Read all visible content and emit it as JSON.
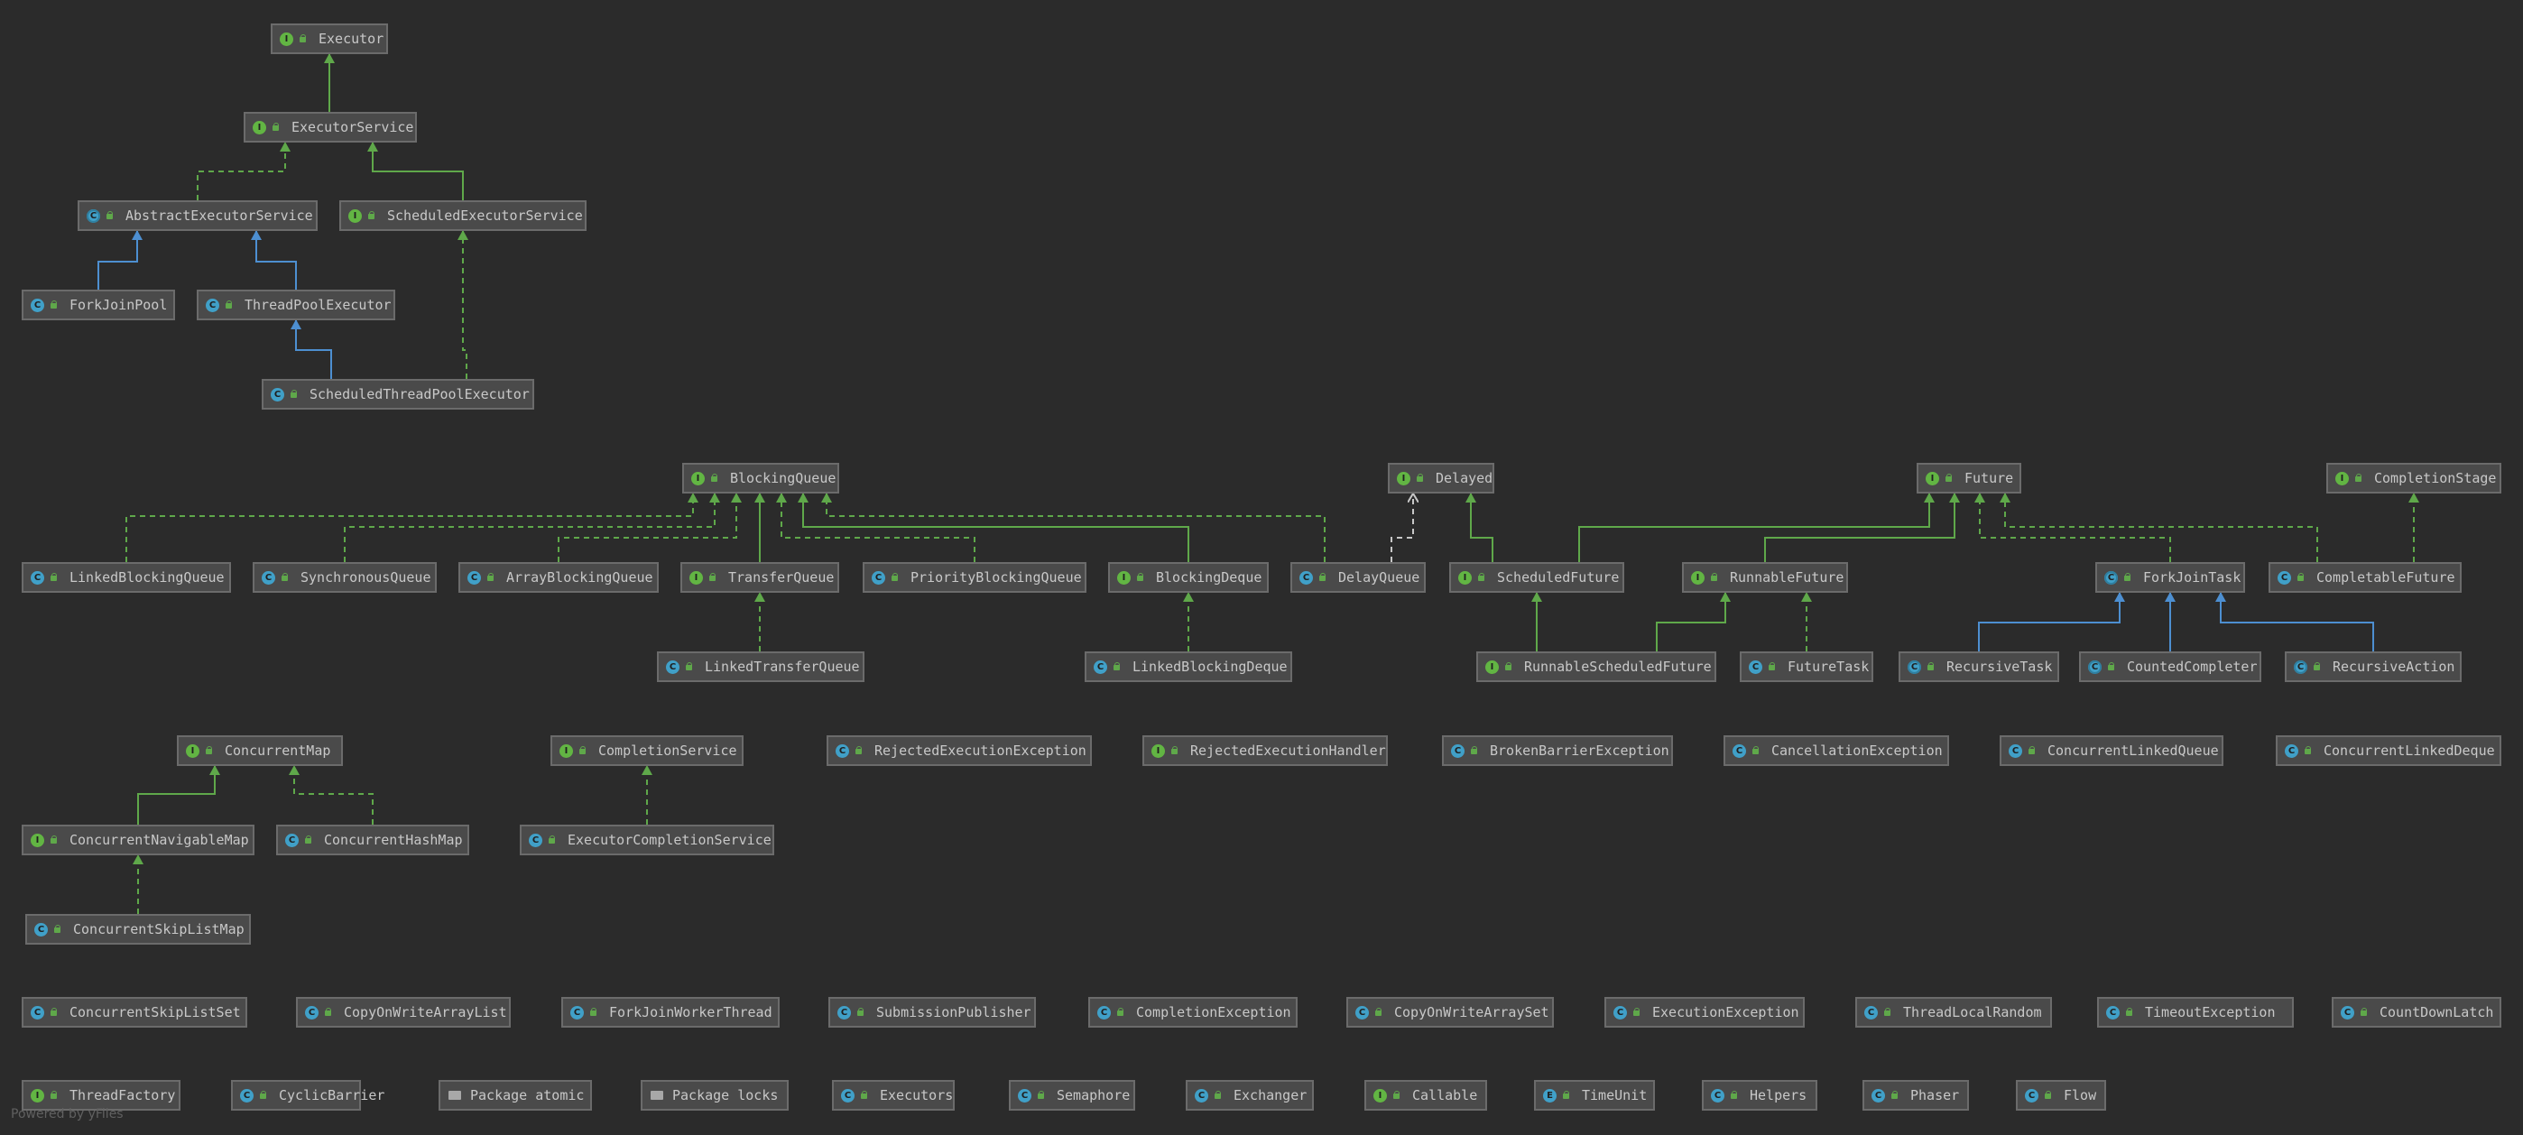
{
  "title": "java.util.concurrent",
  "watermark": "Powered by yFiles",
  "colors": {
    "background": "#2b2b2b",
    "node_fill": "#4a4a4a",
    "node_border": "#6b6b6b",
    "text": "#c8c8c8",
    "interface_extends_edge": "#5fa84a",
    "class_extends_edge": "#4d8fd1",
    "dependency_edge": "#c8c8c8"
  },
  "nodes": [
    {
      "id": "Executor",
      "label": "Executor",
      "kind": "interface"
    },
    {
      "id": "ExecutorService",
      "label": "ExecutorService",
      "kind": "interface"
    },
    {
      "id": "AbstractExecutorService",
      "label": "AbstractExecutorService",
      "kind": "abstract"
    },
    {
      "id": "ScheduledExecutorService",
      "label": "ScheduledExecutorService",
      "kind": "interface"
    },
    {
      "id": "ForkJoinPool",
      "label": "ForkJoinPool",
      "kind": "class"
    },
    {
      "id": "ThreadPoolExecutor",
      "label": "ThreadPoolExecutor",
      "kind": "class"
    },
    {
      "id": "ScheduledThreadPoolExecutor",
      "label": "ScheduledThreadPoolExecutor",
      "kind": "class"
    },
    {
      "id": "BlockingQueue",
      "label": "BlockingQueue",
      "kind": "interface"
    },
    {
      "id": "Delayed",
      "label": "Delayed",
      "kind": "interface"
    },
    {
      "id": "Future",
      "label": "Future",
      "kind": "interface"
    },
    {
      "id": "CompletionStage",
      "label": "CompletionStage",
      "kind": "interface"
    },
    {
      "id": "LinkedBlockingQueue",
      "label": "LinkedBlockingQueue",
      "kind": "class"
    },
    {
      "id": "SynchronousQueue",
      "label": "SynchronousQueue",
      "kind": "class"
    },
    {
      "id": "ArrayBlockingQueue",
      "label": "ArrayBlockingQueue",
      "kind": "class"
    },
    {
      "id": "TransferQueue",
      "label": "TransferQueue",
      "kind": "interface"
    },
    {
      "id": "PriorityBlockingQueue",
      "label": "PriorityBlockingQueue",
      "kind": "class"
    },
    {
      "id": "BlockingDeque",
      "label": "BlockingDeque",
      "kind": "interface"
    },
    {
      "id": "DelayQueue",
      "label": "DelayQueue",
      "kind": "class"
    },
    {
      "id": "ScheduledFuture",
      "label": "ScheduledFuture",
      "kind": "interface"
    },
    {
      "id": "RunnableFuture",
      "label": "RunnableFuture",
      "kind": "interface"
    },
    {
      "id": "ForkJoinTask",
      "label": "ForkJoinTask",
      "kind": "abstract"
    },
    {
      "id": "CompletableFuture",
      "label": "CompletableFuture",
      "kind": "class"
    },
    {
      "id": "LinkedTransferQueue",
      "label": "LinkedTransferQueue",
      "kind": "class"
    },
    {
      "id": "LinkedBlockingDeque",
      "label": "LinkedBlockingDeque",
      "kind": "class"
    },
    {
      "id": "RunnableScheduledFuture",
      "label": "RunnableScheduledFuture",
      "kind": "interface"
    },
    {
      "id": "FutureTask",
      "label": "FutureTask",
      "kind": "class"
    },
    {
      "id": "RecursiveTask",
      "label": "RecursiveTask",
      "kind": "abstract"
    },
    {
      "id": "CountedCompleter",
      "label": "CountedCompleter",
      "kind": "abstract"
    },
    {
      "id": "RecursiveAction",
      "label": "RecursiveAction",
      "kind": "abstract"
    },
    {
      "id": "ConcurrentMap",
      "label": "ConcurrentMap",
      "kind": "interface"
    },
    {
      "id": "CompletionService",
      "label": "CompletionService",
      "kind": "interface"
    },
    {
      "id": "RejectedExecutionException",
      "label": "RejectedExecutionException",
      "kind": "class"
    },
    {
      "id": "RejectedExecutionHandler",
      "label": "RejectedExecutionHandler",
      "kind": "interface"
    },
    {
      "id": "BrokenBarrierException",
      "label": "BrokenBarrierException",
      "kind": "class"
    },
    {
      "id": "CancellationException",
      "label": "CancellationException",
      "kind": "class"
    },
    {
      "id": "ConcurrentLinkedQueue",
      "label": "ConcurrentLinkedQueue",
      "kind": "class"
    },
    {
      "id": "ConcurrentLinkedDeque",
      "label": "ConcurrentLinkedDeque",
      "kind": "class"
    },
    {
      "id": "ConcurrentNavigableMap",
      "label": "ConcurrentNavigableMap",
      "kind": "interface"
    },
    {
      "id": "ConcurrentHashMap",
      "label": "ConcurrentHashMap",
      "kind": "class"
    },
    {
      "id": "ExecutorCompletionService",
      "label": "ExecutorCompletionService",
      "kind": "class"
    },
    {
      "id": "ConcurrentSkipListMap",
      "label": "ConcurrentSkipListMap",
      "kind": "class"
    },
    {
      "id": "ConcurrentSkipListSet",
      "label": "ConcurrentSkipListSet",
      "kind": "class"
    },
    {
      "id": "CopyOnWriteArrayList",
      "label": "CopyOnWriteArrayList",
      "kind": "class"
    },
    {
      "id": "ForkJoinWorkerThread",
      "label": "ForkJoinWorkerThread",
      "kind": "class"
    },
    {
      "id": "SubmissionPublisher",
      "label": "SubmissionPublisher",
      "kind": "class"
    },
    {
      "id": "CompletionException",
      "label": "CompletionException",
      "kind": "class"
    },
    {
      "id": "CopyOnWriteArraySet",
      "label": "CopyOnWriteArraySet",
      "kind": "class"
    },
    {
      "id": "ExecutionException",
      "label": "ExecutionException",
      "kind": "class"
    },
    {
      "id": "ThreadLocalRandom",
      "label": "ThreadLocalRandom",
      "kind": "class"
    },
    {
      "id": "TimeoutException",
      "label": "TimeoutException",
      "kind": "class"
    },
    {
      "id": "CountDownLatch",
      "label": "CountDownLatch",
      "kind": "class"
    },
    {
      "id": "ThreadFactory",
      "label": "ThreadFactory",
      "kind": "interface"
    },
    {
      "id": "CyclicBarrier",
      "label": "CyclicBarrier",
      "kind": "class"
    },
    {
      "id": "PackageAtomic",
      "label": "Package atomic",
      "kind": "package"
    },
    {
      "id": "PackageLocks",
      "label": "Package locks",
      "kind": "package"
    },
    {
      "id": "Executors",
      "label": "Executors",
      "kind": "class"
    },
    {
      "id": "Semaphore",
      "label": "Semaphore",
      "kind": "class"
    },
    {
      "id": "Exchanger",
      "label": "Exchanger",
      "kind": "class"
    },
    {
      "id": "Callable",
      "label": "Callable",
      "kind": "interface"
    },
    {
      "id": "TimeUnit",
      "label": "TimeUnit",
      "kind": "enum"
    },
    {
      "id": "Helpers",
      "label": "Helpers",
      "kind": "class"
    },
    {
      "id": "Phaser",
      "label": "Phaser",
      "kind": "class"
    },
    {
      "id": "Flow",
      "label": "Flow",
      "kind": "class"
    }
  ],
  "edges": [
    {
      "from": "ExecutorService",
      "to": "Executor",
      "type": "extends"
    },
    {
      "from": "AbstractExecutorService",
      "to": "ExecutorService",
      "type": "implements"
    },
    {
      "from": "ScheduledExecutorService",
      "to": "ExecutorService",
      "type": "extends"
    },
    {
      "from": "ForkJoinPool",
      "to": "AbstractExecutorService",
      "type": "class-extends"
    },
    {
      "from": "ThreadPoolExecutor",
      "to": "AbstractExecutorService",
      "type": "class-extends"
    },
    {
      "from": "ScheduledThreadPoolExecutor",
      "to": "ThreadPoolExecutor",
      "type": "class-extends"
    },
    {
      "from": "ScheduledThreadPoolExecutor",
      "to": "ScheduledExecutorService",
      "type": "implements"
    },
    {
      "from": "LinkedBlockingQueue",
      "to": "BlockingQueue",
      "type": "implements"
    },
    {
      "from": "SynchronousQueue",
      "to": "BlockingQueue",
      "type": "implements"
    },
    {
      "from": "ArrayBlockingQueue",
      "to": "BlockingQueue",
      "type": "implements"
    },
    {
      "from": "TransferQueue",
      "to": "BlockingQueue",
      "type": "extends"
    },
    {
      "from": "PriorityBlockingQueue",
      "to": "BlockingQueue",
      "type": "implements"
    },
    {
      "from": "BlockingDeque",
      "to": "BlockingQueue",
      "type": "extends"
    },
    {
      "from": "DelayQueue",
      "to": "BlockingQueue",
      "type": "implements"
    },
    {
      "from": "DelayQueue",
      "to": "Delayed",
      "type": "dependency"
    },
    {
      "from": "ScheduledFuture",
      "to": "Delayed",
      "type": "extends"
    },
    {
      "from": "ScheduledFuture",
      "to": "Future",
      "type": "extends"
    },
    {
      "from": "RunnableFuture",
      "to": "Future",
      "type": "extends"
    },
    {
      "from": "ForkJoinTask",
      "to": "Future",
      "type": "implements"
    },
    {
      "from": "CompletableFuture",
      "to": "Future",
      "type": "implements"
    },
    {
      "from": "CompletableFuture",
      "to": "CompletionStage",
      "type": "implements"
    },
    {
      "from": "LinkedTransferQueue",
      "to": "TransferQueue",
      "type": "implements"
    },
    {
      "from": "LinkedBlockingDeque",
      "to": "BlockingDeque",
      "type": "implements"
    },
    {
      "from": "RunnableScheduledFuture",
      "to": "RunnableFuture",
      "type": "extends"
    },
    {
      "from": "RunnableScheduledFuture",
      "to": "ScheduledFuture",
      "type": "extends"
    },
    {
      "from": "FutureTask",
      "to": "RunnableFuture",
      "type": "implements"
    },
    {
      "from": "RecursiveTask",
      "to": "ForkJoinTask",
      "type": "class-extends"
    },
    {
      "from": "CountedCompleter",
      "to": "ForkJoinTask",
      "type": "class-extends"
    },
    {
      "from": "RecursiveAction",
      "to": "ForkJoinTask",
      "type": "class-extends"
    },
    {
      "from": "ConcurrentNavigableMap",
      "to": "ConcurrentMap",
      "type": "extends"
    },
    {
      "from": "ConcurrentHashMap",
      "to": "ConcurrentMap",
      "type": "implements"
    },
    {
      "from": "ExecutorCompletionService",
      "to": "CompletionService",
      "type": "implements"
    },
    {
      "from": "ConcurrentSkipListMap",
      "to": "ConcurrentNavigableMap",
      "type": "implements"
    }
  ]
}
